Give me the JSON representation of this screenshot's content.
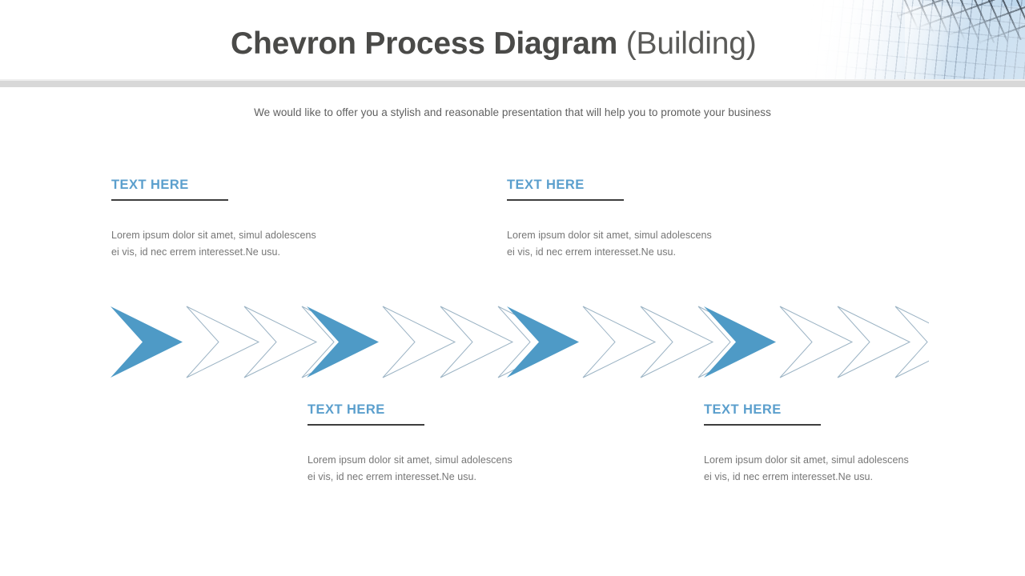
{
  "slide": {
    "title_strong": "Chevron Process Diagram",
    "title_light": "(Building)",
    "subtitle": "We would like to offer you a stylish and reasonable presentation that will help you to promote your business"
  },
  "theme": {
    "accent_blue": "#5b9fcd",
    "chevron_fill": "#4e9ac6",
    "chevron_outline": "#9bb3c4",
    "rule_gray": "#d8d8d8",
    "title_gray": "#4a4a48",
    "body_gray": "#767676"
  },
  "header": {
    "photo_alt": "glass-office-building"
  },
  "blocks": [
    {
      "title": "TEXT HERE",
      "body": "Lorem ipsum dolor sit amet, simul adolescens ei vis, id nec errem interesset.Ne usu."
    },
    {
      "title": "TEXT HERE",
      "body": "Lorem ipsum dolor sit amet, simul adolescens ei vis, id nec errem interesset.Ne usu."
    },
    {
      "title": "TEXT HERE",
      "body": "Lorem ipsum dolor sit amet, simul adolescens ei vis, id nec errem interesset.Ne usu."
    },
    {
      "title": "TEXT HERE",
      "body": "Lorem ipsum dolor sit amet, simul adolescens ei vis, id nec errem interesset.Ne usu."
    }
  ],
  "chevron_diagram": {
    "group_count": 4,
    "solid_per_group": 1,
    "outline_per_group": 3,
    "group_labels": [
      "step-1",
      "step-2",
      "step-3",
      "step-4"
    ]
  }
}
